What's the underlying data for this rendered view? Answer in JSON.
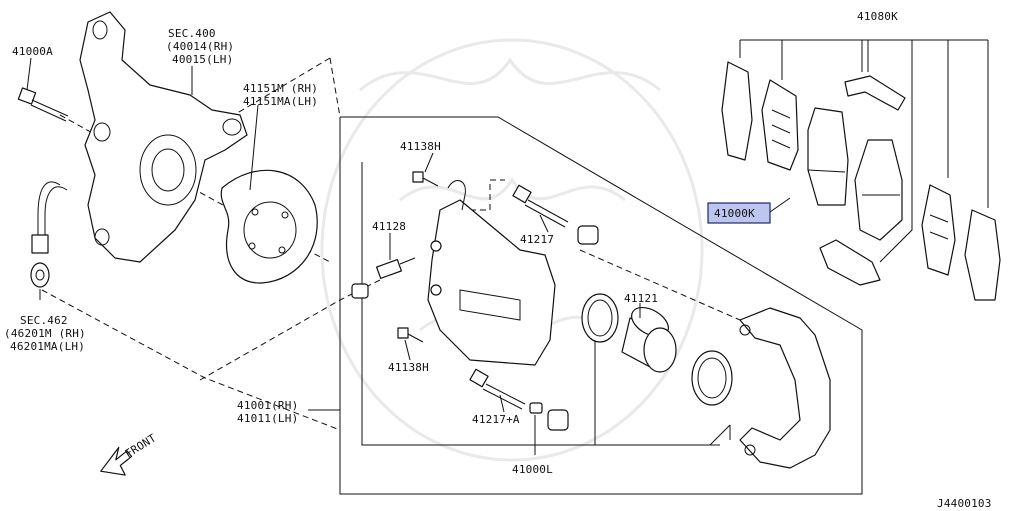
{
  "labels": {
    "a41000A": "41000A",
    "sec400": "SEC.400",
    "p40014": "(40014(RH)",
    "p40015": "40015(LH)",
    "p41151M": "41151M (RH)",
    "p41151MA": "41151MA(LH)",
    "p41138H_top": "41138H",
    "p41128": "41128",
    "p41217": "41217",
    "p41121": "41121",
    "p41138H_bot": "41138H",
    "p41217A": "41217+A",
    "p41000L": "41000L",
    "p41001": "41001(RH)",
    "p41011": "41011(LH)",
    "sec462": "SEC.462",
    "p46201M": "(46201M (RH)",
    "p46201MA": "46201MA(LH)",
    "front": "FRONT",
    "p41080K": "41080K",
    "p41000K": "41000K",
    "diagram_id": "J4400103"
  },
  "colors": {
    "highlight_fill": "#bcc6ef",
    "highlight_border": "#1f2a66",
    "line": "#111111",
    "watermark": "#e9e9e9"
  }
}
